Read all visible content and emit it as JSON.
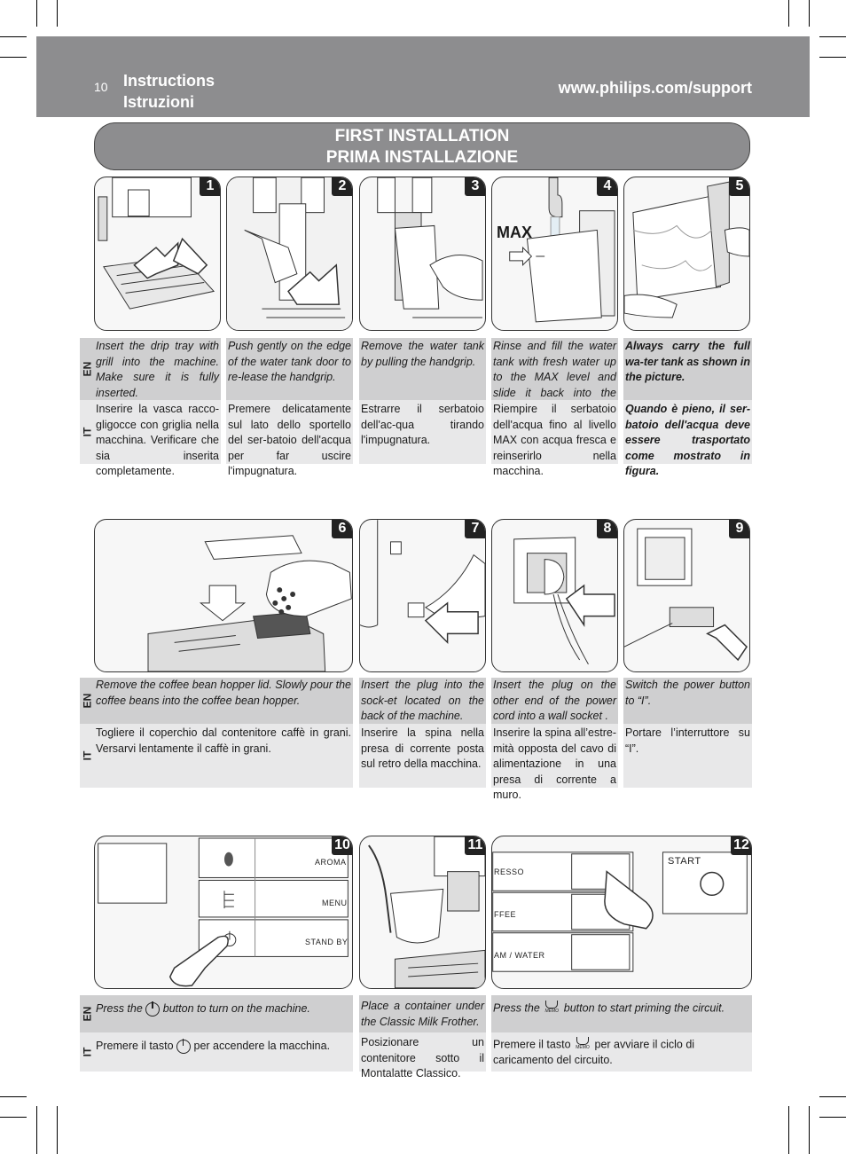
{
  "header": {
    "page_number": "10",
    "title_en": "Instructions",
    "title_it": "Istruzioni",
    "url": "www.philips.com/support"
  },
  "banner": {
    "line1": "FIRST INSTALLATION",
    "line2": "PRIMA INSTALLAZIONE"
  },
  "lang": {
    "en": "EN",
    "it": "IT"
  },
  "steps": [
    {
      "number": "1",
      "en": "Insert the drip tray with grill into the machine. Make sure it is fully inserted.",
      "it": "Inserire la vasca racco-gligocce con griglia nella macchina. Verificare che sia inserita completamente."
    },
    {
      "number": "2",
      "en": "Push gently on the edge of the water tank door to re-lease the handgrip.",
      "it": "Premere delicatamente sul lato dello sportello del ser-batoio dell'acqua per far uscire l'impugnatura."
    },
    {
      "number": "3",
      "en": "Remove the water tank by pulling the handgrip.",
      "it": "Estrarre il serbatoio dell'ac-qua tirando l'impugnatura."
    },
    {
      "number": "4",
      "en": "Rinse and fill the water tank with fresh water up to the MAX level and slide it back into the machine.",
      "it": "Riempire il serbatoio dell'acqua fino al livello MAX con acqua fresca e reinserirlo nella macchina.",
      "image_label": "MAX"
    },
    {
      "number": "5",
      "en": "Always carry the full wa-ter tank as shown in the picture.",
      "it": "Quando è pieno, il ser-batoio dell'acqua deve essere trasportato come mostrato in figura."
    },
    {
      "number": "6",
      "en": "Remove the coffee bean hopper lid. Slowly pour the coffee beans into the coffee bean hopper.",
      "it": "Togliere il coperchio dal contenitore caffè in grani. Versarvi lentamente il caffè in grani."
    },
    {
      "number": "7",
      "en": "Insert the plug into the sock-et located on the back of the machine.",
      "it": "Inserire la spina nella presa di corrente posta sul retro della macchina."
    },
    {
      "number": "8",
      "en": "Insert the plug on the other end of the power cord into a wall socket .",
      "it": "Inserire la spina all’estre-mità opposta del cavo di alimentazione in una presa di corrente a muro."
    },
    {
      "number": "9",
      "en": "Switch the power button to “I”.",
      "it": "Portare l’interruttore su “I”."
    },
    {
      "number": "10",
      "en_before": "Press the",
      "en_after": "button to turn on the machine.",
      "it_before": "Premere il tasto",
      "it_after": "per accendere la macchina.",
      "panel_labels": [
        "AROMA",
        "MENU",
        "STAND BY"
      ]
    },
    {
      "number": "11",
      "en": "Place a container under the Classic Milk Frother.",
      "it": "Posizionare un contenitore sotto il Montalatte Classico."
    },
    {
      "number": "12",
      "en_before": "Press the",
      "en_after": "button to start priming the circuit.",
      "it_before": "Premere il tasto",
      "it_after": "per avviare il ciclo di caricamento del circuito.",
      "icon_label": "MEMO",
      "panel_labels": [
        "RESSO",
        "FFEE",
        "AM / WATER",
        "START"
      ]
    }
  ]
}
